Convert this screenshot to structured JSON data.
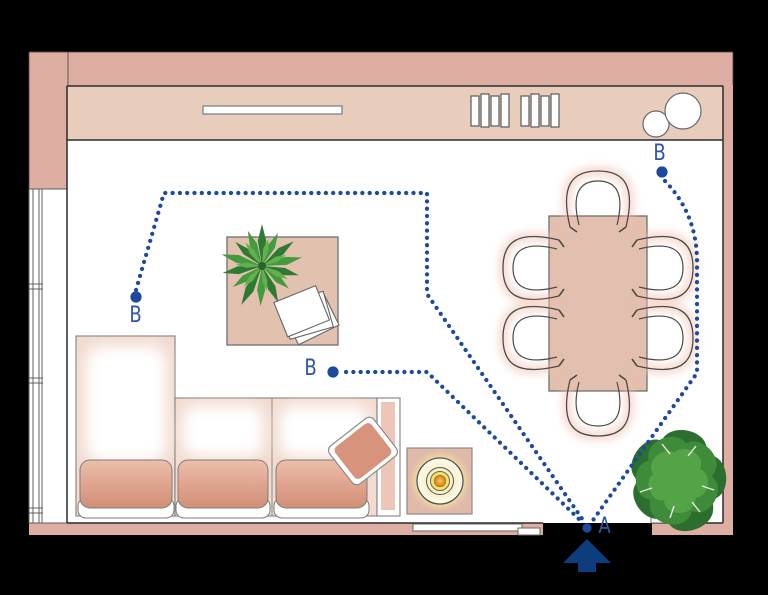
{
  "diagram": {
    "kind": "living-room floor plan with entry point and camera positions",
    "markers": {
      "a_label": "A",
      "b1_label": "B",
      "b2_label": "B",
      "b3_label": "B"
    },
    "colors": {
      "background": "#000000",
      "wall_pink": "#ddaea1",
      "shelf_pink": "#e9cdbc",
      "floor_white": "#ffffff",
      "dotted_path_blue": "#1d4a9c",
      "entry_arrow_blue": "#0e3d7e",
      "label_blue": "#2a55a8",
      "table_pink": "#e3c1af",
      "cushion_pink": "#d8977f",
      "lamp_orange": "#e8992e",
      "plant_green": "#3e8b3a"
    },
    "objects": {
      "shelf": "sideboard with books and two vases",
      "window": "left wall window",
      "sofa": "sectional sofa with chaise and throw pillow",
      "coffee_table": "coffee table with palm plant and papers",
      "side_table": "side table with lamp",
      "dining_table": "dining table with six chairs",
      "corner_plant": "monstera plant",
      "sliding_door": "sliding door on bottom wall",
      "entry": "entry arrow at opening A"
    }
  }
}
